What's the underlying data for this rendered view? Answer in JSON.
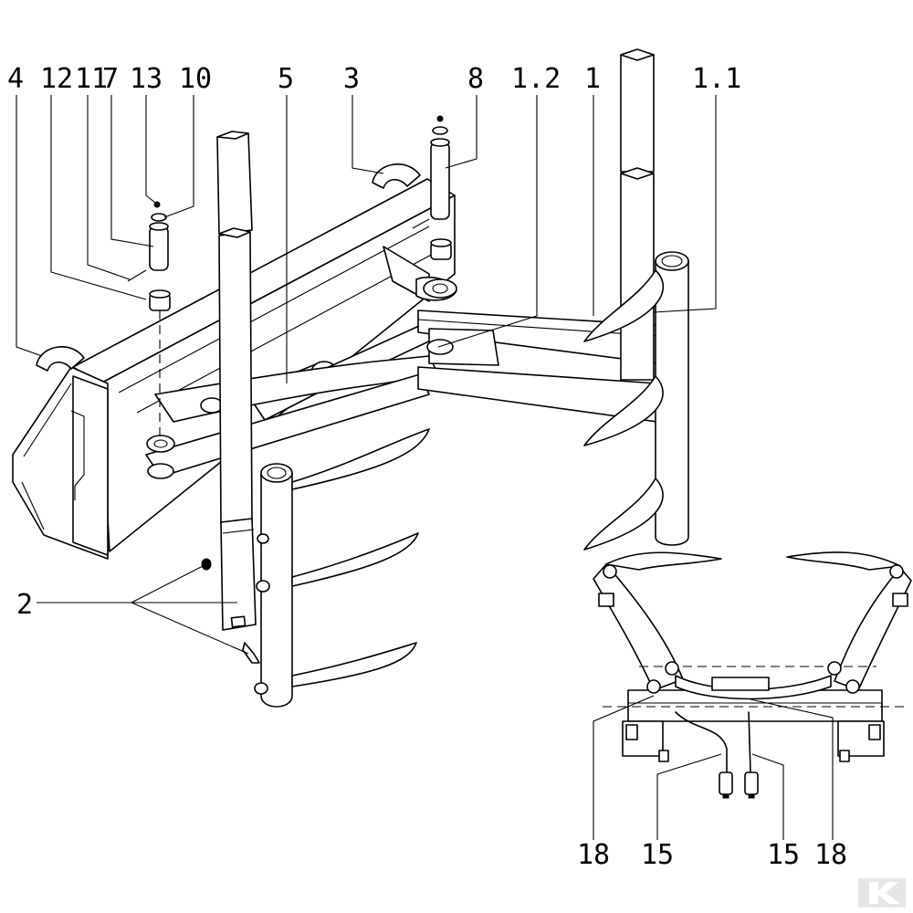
{
  "callouts": {
    "top": [
      "4",
      "12",
      "11",
      "7",
      "13",
      "10",
      "5",
      "3",
      "8",
      "1.2",
      "1",
      "1.1"
    ],
    "left": "2",
    "bottom": [
      "18",
      "15",
      "15",
      "18"
    ]
  },
  "watermark_text": "K",
  "colors": {
    "ink": "#000000",
    "paper": "#ffffff",
    "watermark": "#e6e6e6"
  }
}
